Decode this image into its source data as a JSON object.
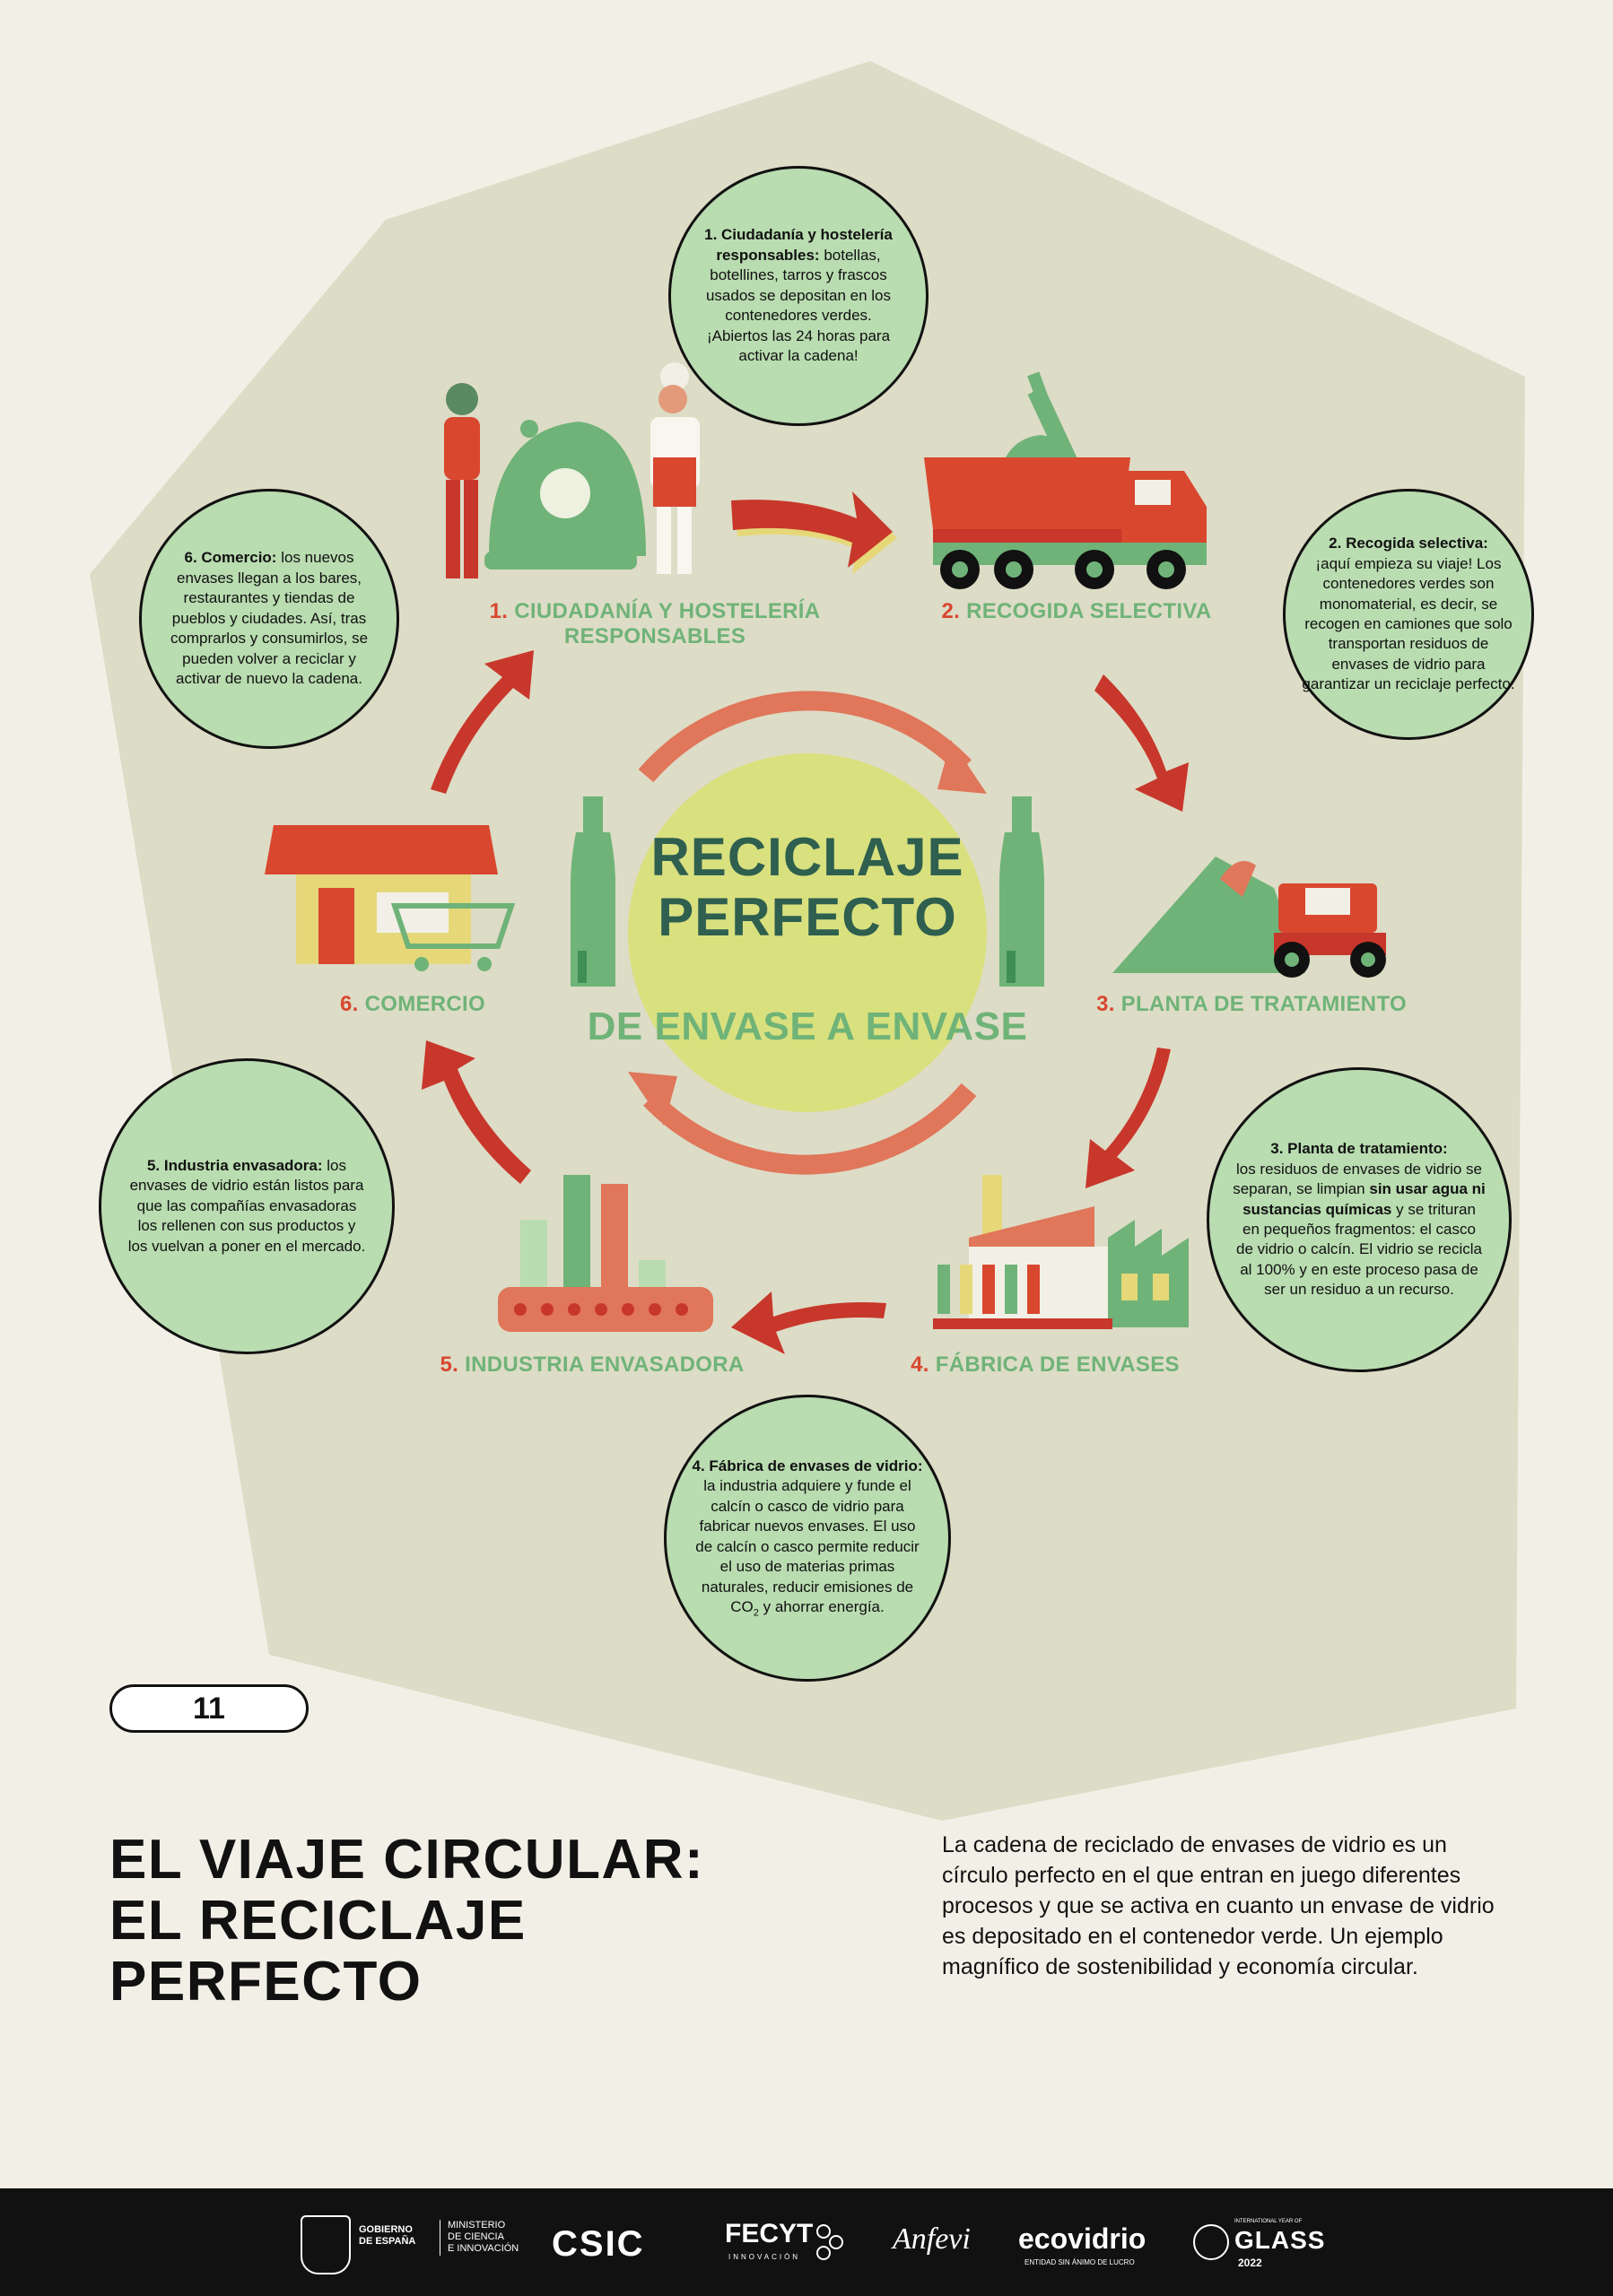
{
  "diagram": {
    "center": {
      "title_line1": "RECICLAJE",
      "title_line2": "PERFECTO",
      "subtitle": "DE ENVASE A ENVASE"
    },
    "steps": [
      {
        "num": "1.",
        "label_line1": "CIUDADANÍA Y HOSTELERÍA",
        "label_line2": "RESPONSABLES"
      },
      {
        "num": "2.",
        "label_line1": "RECOGIDA SELECTIVA"
      },
      {
        "num": "3.",
        "label_line1": "PLANTA DE TRATAMIENTO"
      },
      {
        "num": "4.",
        "label_line1": "FÁBRICA DE ENVASES"
      },
      {
        "num": "5.",
        "label_line1": "INDUSTRIA ENVASADORA"
      },
      {
        "num": "6.",
        "label_line1": "COMERCIO"
      }
    ],
    "bubbles": {
      "b1": {
        "bold": "1.  Ciudadanía y hostelería responsables:",
        "text": "botellas, botellines, tarros y frascos usados se depositan en los contenedores verdes. ¡Abiertos las 24 horas para activar la cadena!"
      },
      "b2": {
        "bold": "2.  Recogida selectiva:",
        "text": "¡aquí empieza su viaje! Los contenedores verdes son monomaterial, es decir, se recogen en camiones que solo transportan residuos de envases de vidrio para garantizar un reciclaje perfecto."
      },
      "b3": {
        "bold": "3.  Planta de tratamiento:",
        "text_a": "los residuos de envases de vidrio se separan, se limpian",
        "bold_b": "sin usar agua ni sustancias químicas",
        "text_c": "y se trituran en pequeños fragmentos: el casco de vidrio o calcín. El vidrio se recicla al 100% y en este proceso pasa de ser un residuo a un recurso."
      },
      "b4": {
        "bold": "4.  Fábrica de envases de vidrio:",
        "text_a": "la industria adquiere y funde el calcín o casco de vidrio para fabricar nuevos envases. El uso de calcín o casco permite reducir el uso de materias primas naturales, reducir emisiones de CO",
        "sub": "2",
        "text_c": "y ahorrar energía."
      },
      "b5": {
        "bold": "5.  Industria envasadora:",
        "text": "los envases de vidrio están listos para que las compañías envasadoras los rellenen con sus productos y los vuelvan a poner en el mercado."
      },
      "b6": {
        "bold": "6.  Comercio:",
        "text": "los nuevos envases llegan a los bares, restaurantes y tiendas de pueblos y ciudades. Así, tras comprarlos y consumirlos, se pueden volver a reciclar y activar de nuevo la cadena."
      }
    }
  },
  "page_number": "11",
  "main_title": [
    "EL VIAJE CIRCULAR:",
    "EL RECICLAJE",
    "PERFECTO"
  ],
  "intro_text": "La cadena de reciclado de envases de vidrio es un círculo perfecto en el que entran en juego diferentes procesos y que se activa en cuanto un envase de vidrio es depositado en el contenedor verde. Un ejemplo magnífico de sostenibilidad y economía circular.",
  "footer_logos": {
    "gobierno": [
      "GOBIERNO",
      "DE ESPAÑA"
    ],
    "ministerio": [
      "MINISTERIO",
      "DE CIENCIA",
      "E INNOVACIÓN"
    ],
    "csic": "CSIC",
    "fecyt": "FECYT",
    "fecyt_sub": "INNOVACIÓN",
    "anfevi": "Anfevi",
    "ecovidrio": "ecovidrio",
    "ecovidrio_sub": "ENTIDAD SIN ÁNIMO DE LUCRO",
    "glass_top": "INTERNATIONAL YEAR OF",
    "glass": "GLASS",
    "glass_year": "2022"
  },
  "colors": {
    "background": "#f2f0e6",
    "hexagon": "#dddcc6",
    "bubble": "#b9dcb0",
    "arrow_red": "#c8372b",
    "arrow_orange": "#e0765a",
    "green": "#6fb378",
    "dark_green": "#2e5f4f",
    "center_circle": "#d9e07e"
  }
}
